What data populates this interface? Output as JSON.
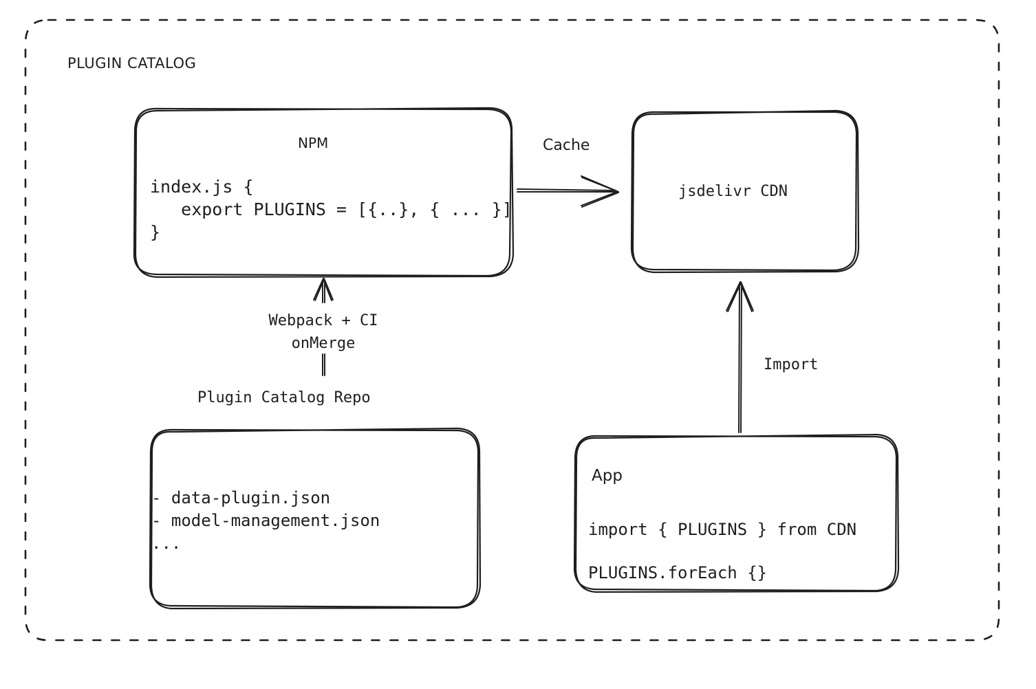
{
  "diagram": {
    "type": "architecture-flow",
    "group": {
      "title": "PLUGIN CATALOG",
      "border_style": "dashed",
      "border_color": "#1e1e1e"
    },
    "colors": {
      "stroke": "#1e1e1e",
      "text": "#1e1e1e",
      "background": "#ffffff"
    },
    "nodes": {
      "npm": {
        "title": "NPM",
        "code_lines": [
          "index.js {",
          "   export PLUGINS = [{..}, { ... }]",
          "}"
        ]
      },
      "cdn": {
        "title": "jsdelivr CDN"
      },
      "repo": {
        "caption": "Plugin Catalog Repo",
        "items": [
          "- data-plugin.json",
          "- model-management.json",
          "..."
        ]
      },
      "app": {
        "title": "App",
        "code_lines": [
          "import { PLUGINS } from CDN",
          "PLUGINS.forEach {}"
        ]
      }
    },
    "edges": [
      {
        "id": "npm-to-cdn",
        "label": "Cache",
        "from": "npm",
        "to": "cdn",
        "direction": "right"
      },
      {
        "id": "repo-to-npm",
        "label": "Webpack + CI\nonMerge",
        "label_line_1": "Webpack + CI",
        "label_line_2": "onMerge",
        "from": "repo",
        "to": "npm",
        "direction": "up"
      },
      {
        "id": "app-to-cdn",
        "label": "Import",
        "from": "app",
        "to": "cdn",
        "direction": "up"
      }
    ]
  }
}
